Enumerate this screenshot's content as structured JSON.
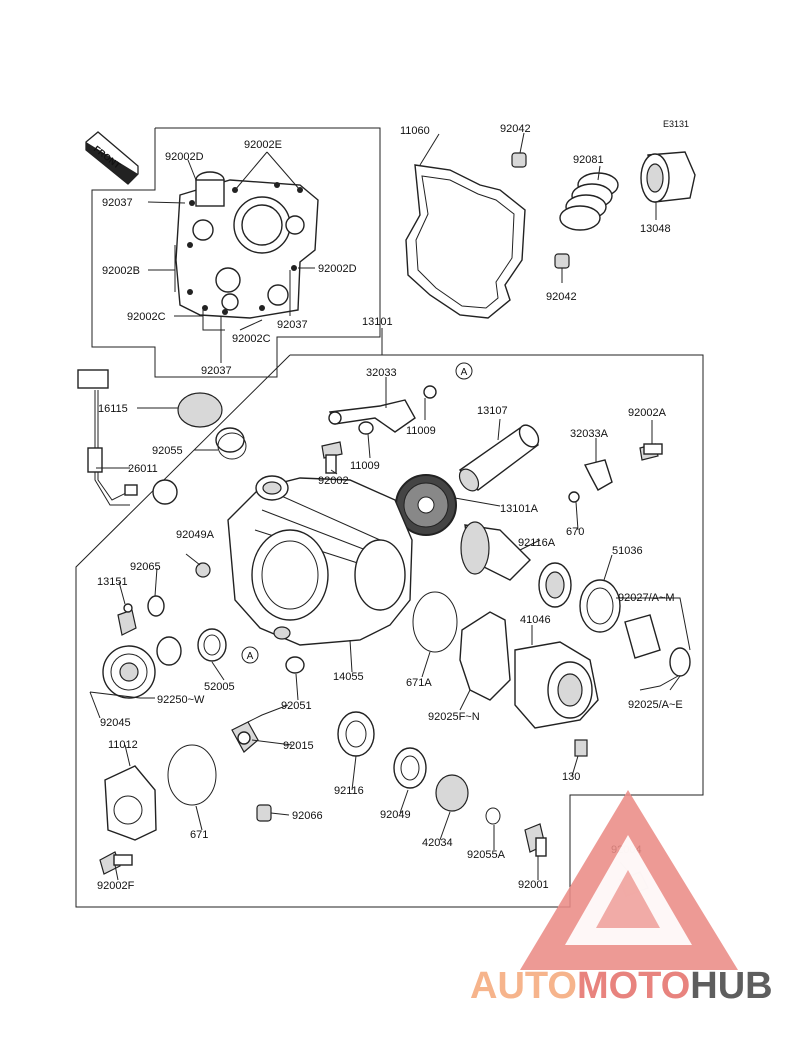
{
  "diagram": {
    "code": "E3131",
    "front_label": "FRONT",
    "callout": "A",
    "labels": {
      "l11060": "11060",
      "l92042a": "92042",
      "l92081": "92081",
      "l13048": "13048",
      "l92042b": "92042",
      "l92002D": "92002D",
      "l92002E": "92002E",
      "l92037a": "92037",
      "l92002B": "92002B",
      "l92002D2": "92002D",
      "l92002C": "92002C",
      "l92037b": "92037",
      "l92002C2": "92002C",
      "l92037c": "92037",
      "l13101": "13101",
      "l16115": "16115",
      "l92055": "92055",
      "l26011": "26011",
      "l32033": "32033",
      "l11009a": "11009",
      "l11009b": "11009",
      "l92002": "92002",
      "l13107": "13107",
      "l92002A": "92002A",
      "l32033A": "32033A",
      "l13101A": "13101A",
      "l670": "670",
      "l92049A": "92049A",
      "l92116A": "92116A",
      "l51036": "51036",
      "l92065": "92065",
      "l13151": "13151",
      "l92027": "92027/A~M",
      "l41046": "41046",
      "l52005": "52005",
      "l92250": "92250~W",
      "l92045": "92045",
      "l92051": "92051",
      "l14055": "14055",
      "l671A": "671A",
      "l92025F": "92025F~N",
      "l92025A": "92025/A~E",
      "l11012": "11012",
      "l92015": "92015",
      "l130": "130",
      "l92116": "92116",
      "l92049": "92049",
      "l671": "671",
      "l92066": "92066",
      "l42034": "42034",
      "l92055A": "92055A",
      "l92001": "92001",
      "l92004": "92004",
      "l92002F": "92002F"
    }
  },
  "watermark": {
    "part1": "AUTO",
    "part2": "MOTO",
    "part3": "HUB",
    "color_light": "#f6b48c",
    "color_red": "#e8837e",
    "color_dark": "#5e5e5e"
  }
}
